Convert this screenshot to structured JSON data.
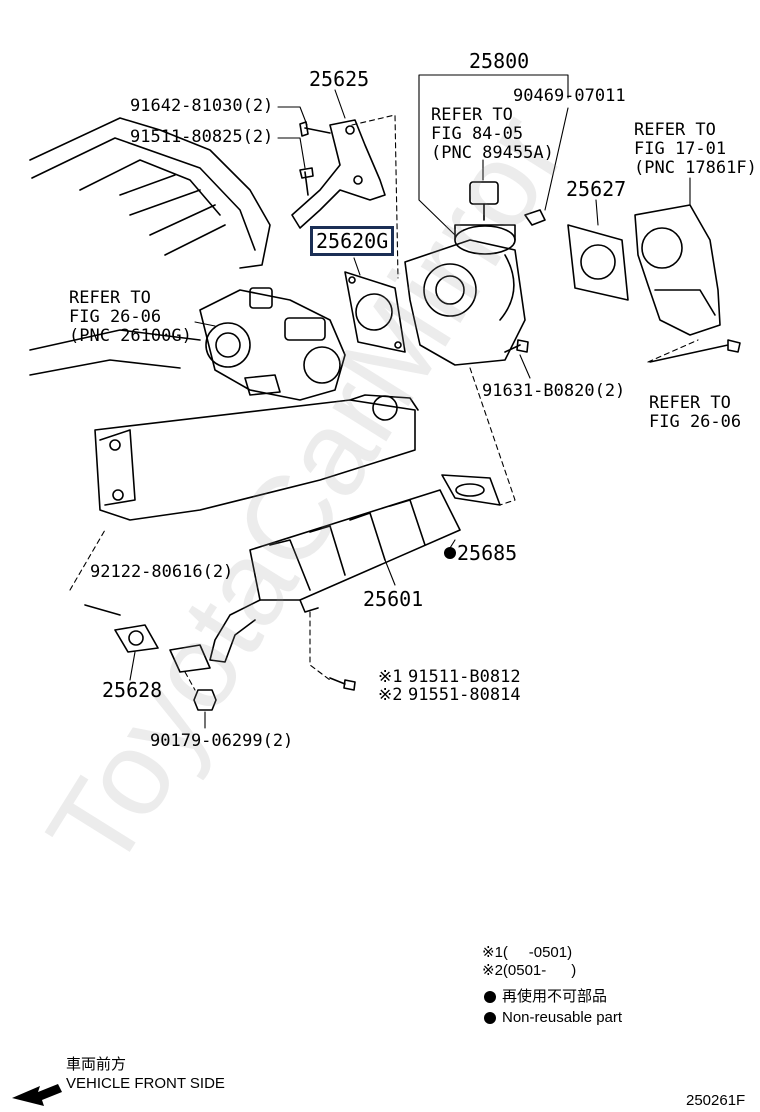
{
  "watermark": "ToyotaCarMirror",
  "labels": {
    "p25800": "25800",
    "p25625": "25625",
    "p91642": "91642-81030(2)",
    "p91511": "91511-80825(2)",
    "p90469": "90469-07011",
    "ref84_1": "REFER TO",
    "ref84_2": "FIG 84-05",
    "ref84_3": "(PNC 89455A)",
    "ref17_1": "REFER TO",
    "ref17_2": "FIG 17-01",
    "ref17_3": "(PNC 17861F)",
    "p25627": "25627",
    "p25620G": "25620G",
    "ref26a_1": "REFER TO",
    "ref26a_2": "FIG 26-06",
    "ref26a_3": "(PNC 26100G)",
    "p91631": "91631-B0820(2)",
    "ref26b_1": "REFER TO",
    "ref26b_2": "FIG 26-06",
    "p25685": "25685",
    "p92122": "92122-80616(2)",
    "p25601": "25601",
    "p25628": "25628",
    "p91511b": "91511-B0812",
    "p91551": "91551-80814",
    "mark1": "※1",
    "mark2": "※2",
    "p90179": "90179-06299(2)"
  },
  "legend": {
    "note1": "※1(     -0501)",
    "note2": "※2(0501-      )",
    "nonreuse_jp": "再使用不可部品",
    "nonreuse_en": "Non-reusable part"
  },
  "front": {
    "jp": "車両前方",
    "en": "VEHICLE FRONT SIDE"
  },
  "figure_code": "250261F",
  "highlight_color": "#1b2f55"
}
